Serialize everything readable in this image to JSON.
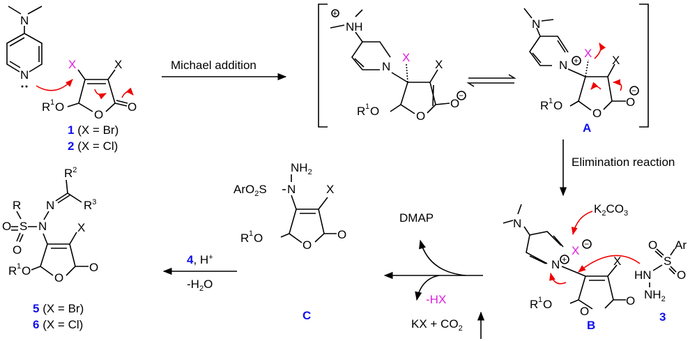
{
  "colors": {
    "text": "#000000",
    "arrow_mechanism": "#e00000",
    "highlight_x": "#e020e0",
    "compound_number": "#1010ee"
  },
  "atoms": {
    "N": "N",
    "X": "X",
    "O": "O",
    "R1": "R",
    "one": "1",
    "NH": "NH",
    "H": "H",
    "S": "S",
    "Ar": "Ar",
    "R": "R",
    "R2": "R",
    "two": "2",
    "R3": "R",
    "three": "3",
    "NH2": "NH",
    "sub2": "2",
    "ArO2S": "ArO",
    "ArO2S_sub": "2",
    "ArO2S_S": "S",
    "HN": "HN",
    "plus": "+",
    "minus": "−"
  },
  "compound_1": {
    "number": "1",
    "desc": "(X = Br)"
  },
  "compound_2": {
    "number": "2",
    "desc": "(X = Cl)"
  },
  "compound_3": {
    "number": "3"
  },
  "compound_5": {
    "number": "5",
    "desc": "(X = Br)"
  },
  "compound_6": {
    "number": "6",
    "desc": "(X = Cl)"
  },
  "intermediate_A": "A",
  "intermediate_B": "B",
  "intermediate_C": "C",
  "step1": "Michael addition",
  "step2": "Elimination reaction",
  "reagent_K2CO3": {
    "a": "K",
    "sub": "2",
    "b": "CO",
    "sub2": "3"
  },
  "byproduct_DMAP": "DMAP",
  "byproduct_HX": "-HX",
  "byproduct_KX": {
    "a": "KX + CO",
    "sub": "2"
  },
  "step4": {
    "num": "4",
    "rest": ", H",
    "sup": "+",
    "water_a": "-H",
    "water_sub": "2",
    "water_b": "O"
  }
}
